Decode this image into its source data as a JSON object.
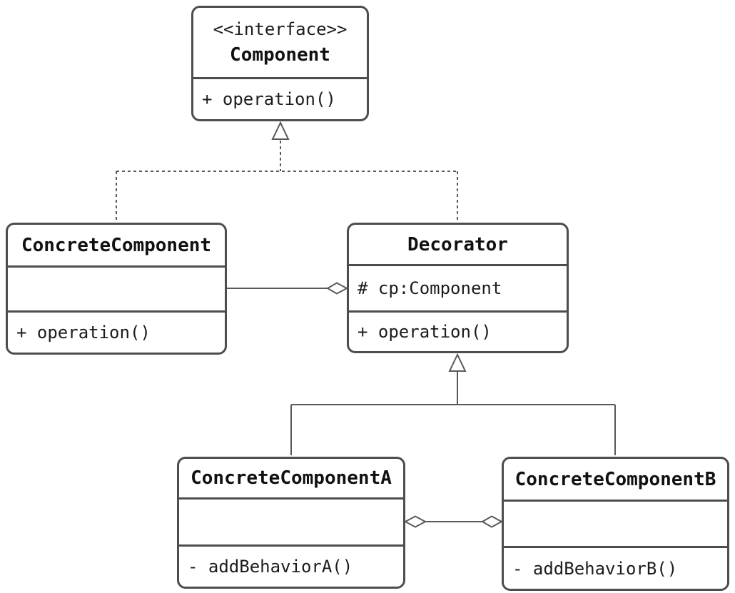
{
  "diagram": {
    "kind": "uml-class-diagram",
    "pattern": "Decorator",
    "colors": {
      "background": "#ffffff",
      "box_border": "#4d4d4d",
      "connector_line": "#595959",
      "text": "#1c1c1c"
    },
    "classes": [
      {
        "id": "component",
        "stereotype": "<<interface>>",
        "name": "Component",
        "attributes": [],
        "methods": [
          "+ operation()"
        ]
      },
      {
        "id": "concrete-component",
        "name": "ConcreteComponent",
        "attributes": [],
        "methods": [
          "+ operation()"
        ]
      },
      {
        "id": "decorator",
        "name": "Decorator",
        "attributes": [
          "# cp:Component"
        ],
        "methods": [
          "+ operation()"
        ]
      },
      {
        "id": "concrete-component-a",
        "name": "ConcreteComponentA",
        "attributes": [],
        "methods": [
          "- addBehaviorA()"
        ]
      },
      {
        "id": "concrete-component-b",
        "name": "ConcreteComponentB",
        "attributes": [],
        "methods": [
          "- addBehaviorB()"
        ]
      }
    ],
    "relationships": [
      {
        "type": "realization",
        "from": "ConcreteComponent",
        "to": "Component",
        "line": "dashed",
        "marker": "hollow-triangle-at-component"
      },
      {
        "type": "realization",
        "from": "Decorator",
        "to": "Component",
        "line": "dashed",
        "marker": "hollow-triangle-at-component"
      },
      {
        "type": "aggregation",
        "from": "ConcreteComponent",
        "to": "Decorator",
        "line": "solid",
        "marker": "hollow-diamond-at-decorator"
      },
      {
        "type": "inheritance",
        "from": "ConcreteComponentA",
        "to": "Decorator",
        "line": "solid",
        "marker": "hollow-triangle-at-decorator"
      },
      {
        "type": "inheritance",
        "from": "ConcreteComponentB",
        "to": "Decorator",
        "line": "solid",
        "marker": "hollow-triangle-at-decorator"
      },
      {
        "type": "aggregation",
        "from": "ConcreteComponentA",
        "to": "ConcreteComponentB",
        "line": "solid",
        "marker": "hollow-diamond-both-ends"
      }
    ]
  }
}
